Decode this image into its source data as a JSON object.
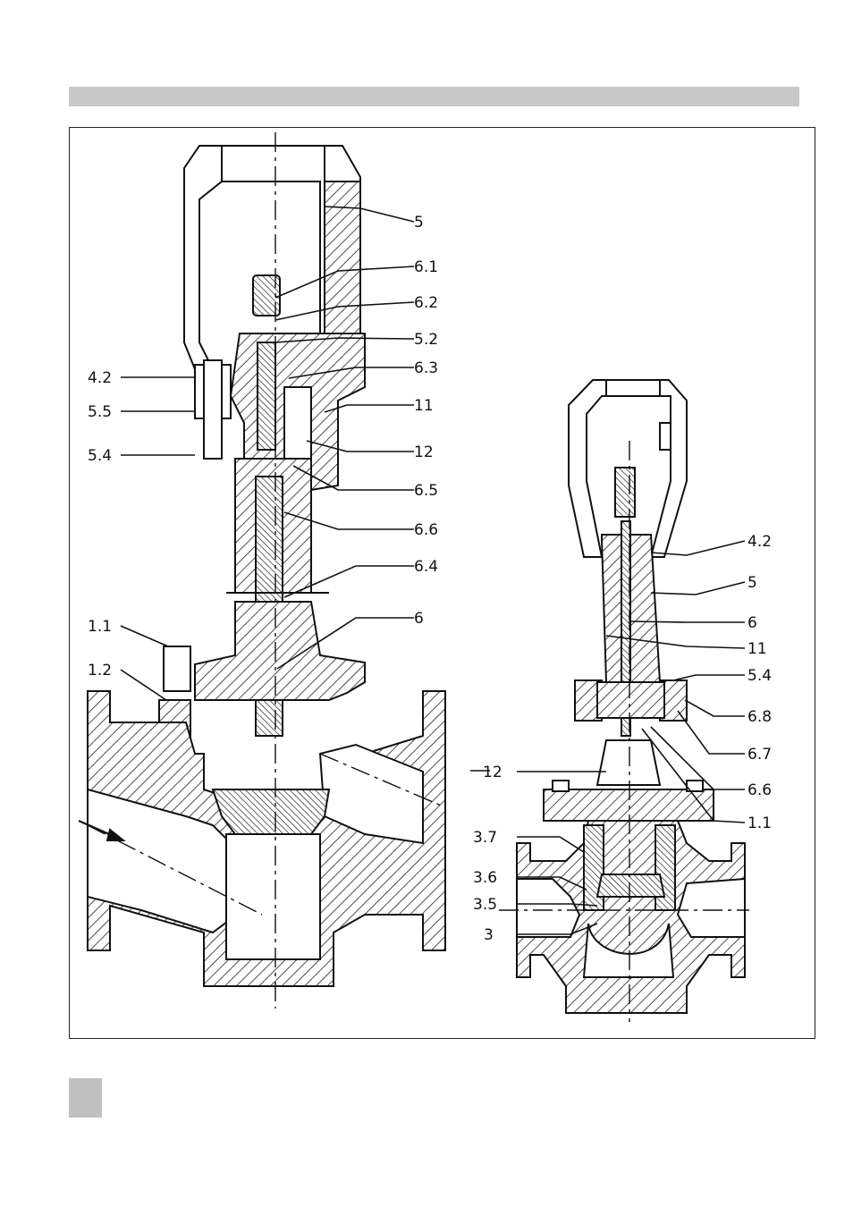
{
  "figure": {
    "left_view": {
      "labels_right": [
        "5",
        "6.1",
        "6.2",
        "5.2",
        "6.3",
        "11",
        "12",
        "6.5",
        "6.6",
        "6.4",
        "6"
      ],
      "labels_left": [
        "4.2",
        "5.5",
        "5.4",
        "1.1",
        "1.2"
      ]
    },
    "right_view": {
      "labels_right": [
        "4.2",
        "5",
        "6",
        "11",
        "5.4",
        "6.8",
        "6.7",
        "6.6",
        "1.1"
      ],
      "labels_left": [
        "12",
        "3.7",
        "3.6",
        "3.5",
        "3"
      ]
    }
  },
  "colors": {
    "header_bar": "#c8c8c8",
    "footer_square": "#c0c0c0",
    "line": "#111111"
  }
}
